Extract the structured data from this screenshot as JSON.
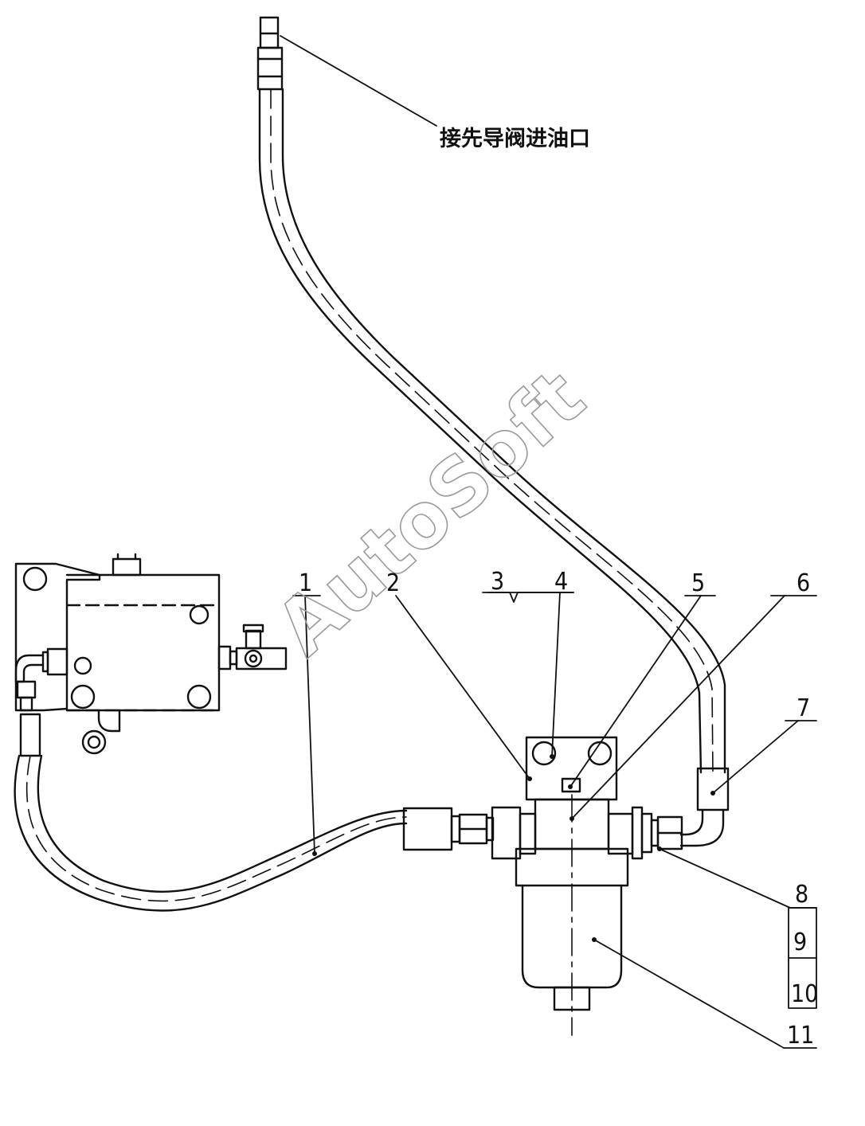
{
  "diagram": {
    "inlet_note": "接先导阀进油口",
    "watermark": "AutoSoft",
    "callouts": {
      "c1": "1",
      "c2": "2",
      "c3": "3",
      "c4": "4",
      "c5": "5",
      "c6": "6",
      "c7": "7",
      "c8": "8",
      "c9": "9",
      "c10": "10",
      "c11": "11"
    }
  }
}
